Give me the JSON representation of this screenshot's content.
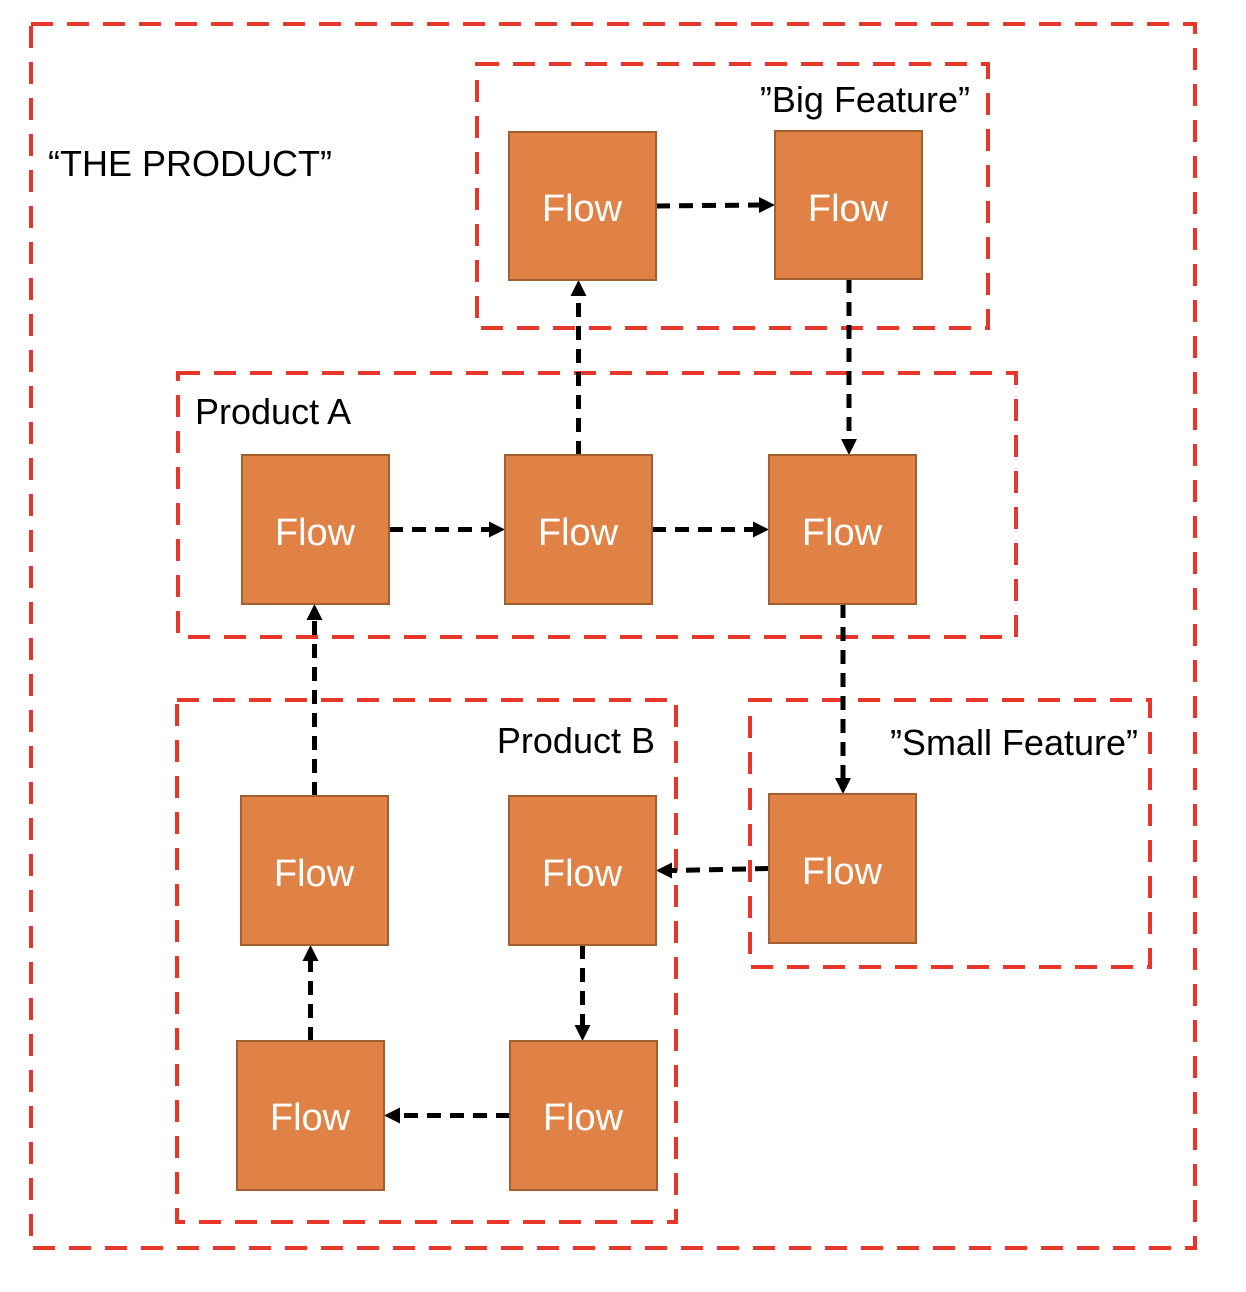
{
  "groups": [
    {
      "id": "the-product",
      "label": "“THE PRODUCT”"
    },
    {
      "id": "big-feature",
      "label": "”Big Feature”"
    },
    {
      "id": "product-a",
      "label": "Product A"
    },
    {
      "id": "product-b",
      "label": "Product B"
    },
    {
      "id": "small-feature",
      "label": "”Small Feature”"
    }
  ],
  "nodes": [
    {
      "id": "bf1",
      "label": "Flow",
      "group": "big-feature"
    },
    {
      "id": "bf2",
      "label": "Flow",
      "group": "big-feature"
    },
    {
      "id": "pa1",
      "label": "Flow",
      "group": "product-a"
    },
    {
      "id": "pa2",
      "label": "Flow",
      "group": "product-a"
    },
    {
      "id": "pa3",
      "label": "Flow",
      "group": "product-a"
    },
    {
      "id": "pb1",
      "label": "Flow",
      "group": "product-b"
    },
    {
      "id": "pb2",
      "label": "Flow",
      "group": "product-b"
    },
    {
      "id": "pb3",
      "label": "Flow",
      "group": "product-b"
    },
    {
      "id": "pb4",
      "label": "Flow",
      "group": "product-b"
    },
    {
      "id": "sf1",
      "label": "Flow",
      "group": "small-feature"
    }
  ],
  "edges": [
    {
      "from": "pa1",
      "to": "pa2"
    },
    {
      "from": "pa2",
      "to": "bf1"
    },
    {
      "from": "bf1",
      "to": "bf2"
    },
    {
      "from": "bf2",
      "to": "pa3"
    },
    {
      "from": "pa2",
      "to": "pa3"
    },
    {
      "from": "pa3",
      "to": "sf1"
    },
    {
      "from": "sf1",
      "to": "pb2"
    },
    {
      "from": "pb2",
      "to": "pb4"
    },
    {
      "from": "pb4",
      "to": "pb3"
    },
    {
      "from": "pb3",
      "to": "pb1"
    },
    {
      "from": "pb1",
      "to": "pa1"
    }
  ],
  "colors": {
    "group_border": "#e8372a",
    "node_fill": "#e08245",
    "node_border": "#a45f2f",
    "node_text": "#ffffff",
    "edge": "#000000"
  }
}
